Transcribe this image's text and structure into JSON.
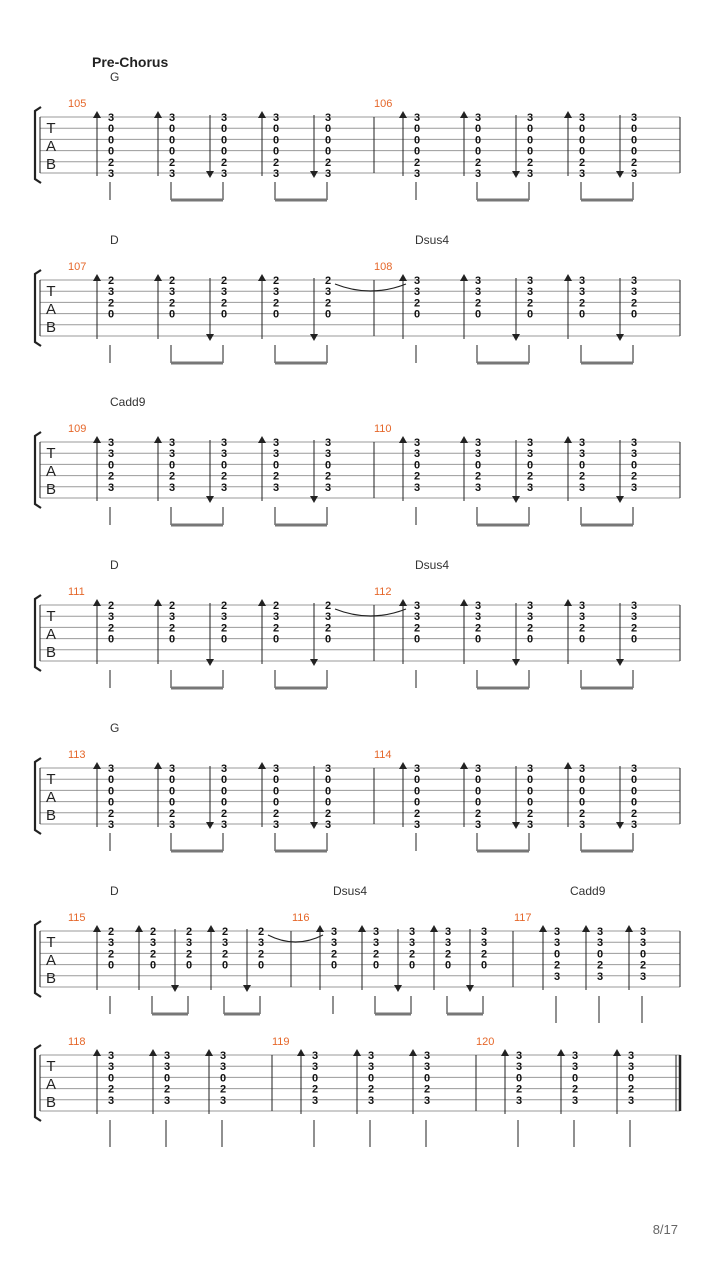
{
  "section_title": "Pre-Chorus",
  "page_number": "8/17",
  "tab_letters": [
    "T",
    "A",
    "B"
  ],
  "colors": {
    "measure_number": "#e5672a",
    "ink": "#222222",
    "staff_line": "#9a9a9a",
    "beam": "#777777"
  },
  "systems": [
    {
      "chords": [
        "G"
      ],
      "measures": [
        {
          "number": "105",
          "voicing": [
            "3",
            "0",
            "0",
            "0",
            "2",
            "3"
          ],
          "pattern": "DDUDDU"
        },
        {
          "number": "106",
          "voicing": [
            "3",
            "0",
            "0",
            "0",
            "2",
            "3"
          ],
          "pattern": "DDUDDU"
        }
      ]
    },
    {
      "chords": [
        "D",
        "Dsus4"
      ],
      "measures": [
        {
          "number": "107",
          "voicing": [
            "2",
            "3",
            "2",
            "0"
          ],
          "pattern": "DDUDDU",
          "tie_to_next": true
        },
        {
          "number": "108",
          "voicing": [
            "3",
            "3",
            "2",
            "0"
          ],
          "pattern": "DDUDDU"
        }
      ]
    },
    {
      "chords": [
        "Cadd9"
      ],
      "measures": [
        {
          "number": "109",
          "voicing": [
            "3",
            "3",
            "0",
            "2",
            "3"
          ],
          "pattern": "DDUDDU"
        },
        {
          "number": "110",
          "voicing": [
            "3",
            "3",
            "0",
            "2",
            "3"
          ],
          "pattern": "DDUDDU"
        }
      ]
    },
    {
      "chords": [
        "D",
        "Dsus4"
      ],
      "measures": [
        {
          "number": "111",
          "voicing": [
            "2",
            "3",
            "2",
            "0"
          ],
          "pattern": "DDUDDU",
          "tie_to_next": true
        },
        {
          "number": "112",
          "voicing": [
            "3",
            "3",
            "2",
            "0"
          ],
          "pattern": "DDUDDU"
        }
      ]
    },
    {
      "chords": [
        "G"
      ],
      "measures": [
        {
          "number": "113",
          "voicing": [
            "3",
            "0",
            "0",
            "0",
            "2",
            "3"
          ],
          "pattern": "DDUDDU"
        },
        {
          "number": "114",
          "voicing": [
            "3",
            "0",
            "0",
            "0",
            "2",
            "3"
          ],
          "pattern": "DDUDDU"
        }
      ]
    },
    {
      "chords": [
        "D",
        "Dsus4",
        "Cadd9"
      ],
      "measures": [
        {
          "number": "115",
          "voicing": [
            "2",
            "3",
            "2",
            "0"
          ],
          "pattern": "DDUDDU",
          "tie_to_next": true
        },
        {
          "number": "116",
          "voicing": [
            "3",
            "3",
            "2",
            "0"
          ],
          "pattern": "DDUDDU"
        },
        {
          "number": "117",
          "voicing": [
            "3",
            "3",
            "0",
            "2",
            "3"
          ],
          "pattern": "DDD"
        }
      ]
    },
    {
      "chords": [],
      "measures": [
        {
          "number": "118",
          "voicing": [
            "3",
            "3",
            "0",
            "2",
            "3"
          ],
          "pattern": "DDD"
        },
        {
          "number": "119",
          "voicing": [
            "3",
            "3",
            "0",
            "2",
            "3"
          ],
          "pattern": "DDD"
        },
        {
          "number": "120",
          "voicing": [
            "3",
            "3",
            "0",
            "2",
            "3"
          ],
          "pattern": "DDD",
          "final": true
        }
      ]
    }
  ]
}
